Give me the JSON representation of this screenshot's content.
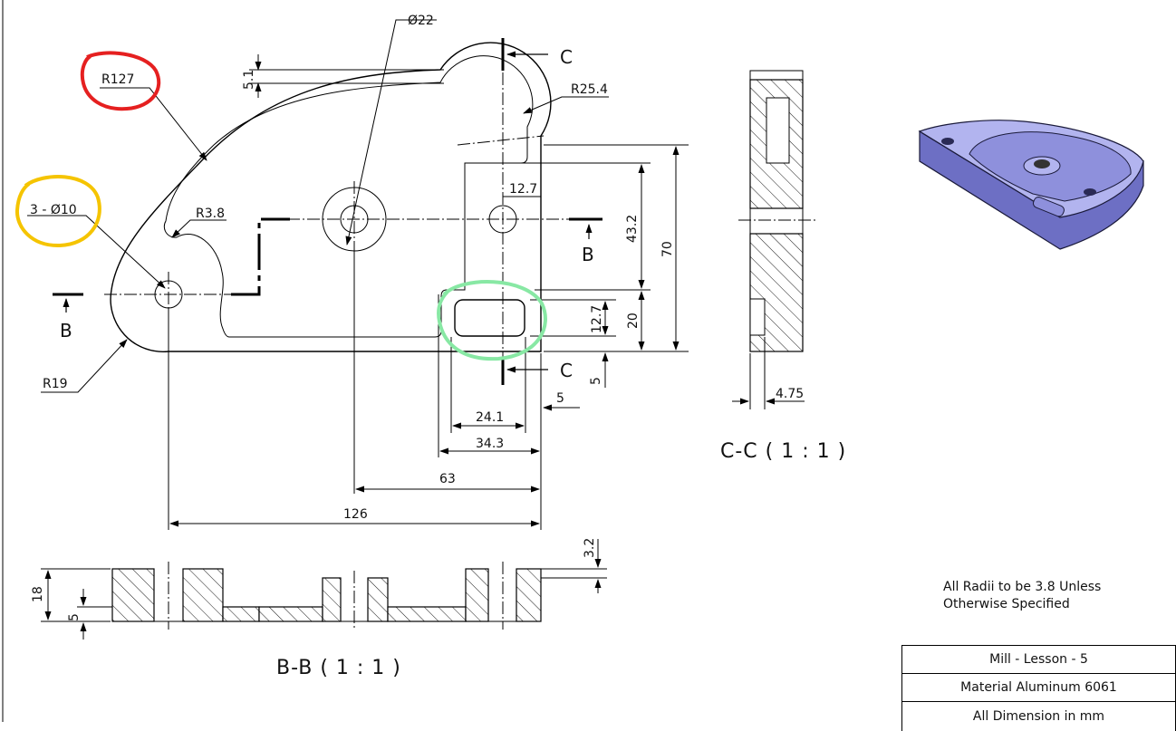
{
  "dimensions": {
    "dia22": "Ø22",
    "r127": "R127",
    "t5_1": "5.1",
    "r25_4": "R25.4",
    "holes": "3 - Ø10",
    "r3_8": "R3.8",
    "d12_7_top": "12.7",
    "d43_2": "43.2",
    "d70": "70",
    "d12_7_slot": "12.7",
    "d20": "20",
    "d5_right": "5",
    "d5_bottom": "5",
    "r19": "R19",
    "d24_1": "24.1",
    "d34_3": "34.3",
    "d63": "63",
    "d126": "126",
    "d3_2": "3.2",
    "d18": "18",
    "d5_section": "5",
    "d4_75": "4.75"
  },
  "labels": {
    "cut_b_left": "B",
    "cut_b_right": "B",
    "cut_c_top": "C",
    "cut_c_bottom": "C",
    "view_bb": "B-B ( 1 : 1 )",
    "view_cc": "C-C ( 1 : 1 )"
  },
  "notes": {
    "line1": "All Radii to be 3.8 Unless",
    "line2": "Otherwise Specified"
  },
  "title_block": {
    "row1": "Mill - Lesson - 5",
    "row2": "Material Aluminum 6061",
    "row3": "All Dimension in mm"
  },
  "markup_colors": {
    "red": "#e52020",
    "yellow": "#f5c400",
    "green": "#88e8a4"
  },
  "iso_colors": {
    "top": "#b2b4ef",
    "side": "#6d6fc4"
  }
}
